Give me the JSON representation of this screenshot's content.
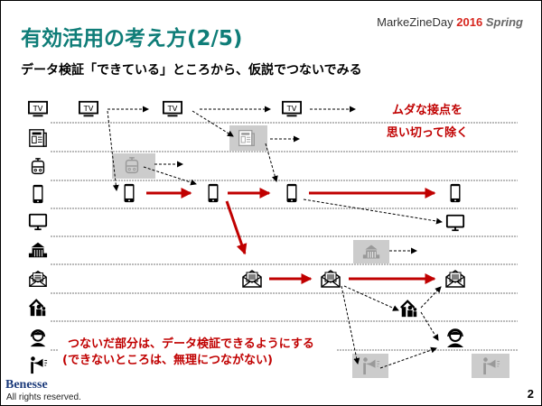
{
  "header": {
    "title": "有効活用の考え方(2/5)",
    "subtitle": "データ検証「できている」ところから、仮説でつないでみる",
    "brand": {
      "name": "MarkeZineDay",
      "year": "2016",
      "season": "Spring"
    }
  },
  "channels": [
    "tv",
    "newspaper",
    "train",
    "smartphone",
    "pc",
    "building",
    "mail",
    "home",
    "call-center",
    "megaphone"
  ],
  "tv_label": "TV",
  "callout": {
    "line1": "ムダな接点を",
    "line2": "思い切って除く"
  },
  "note": {
    "line1": "つないだ部分は、データ検証できるようにする",
    "line2": "(できないところは、無理につながない)"
  },
  "footer": {
    "company": "Benesse",
    "rights": "All rights reserved.",
    "page": "2"
  },
  "colors": {
    "title": "#0f7d78",
    "accent": "#c00000"
  }
}
